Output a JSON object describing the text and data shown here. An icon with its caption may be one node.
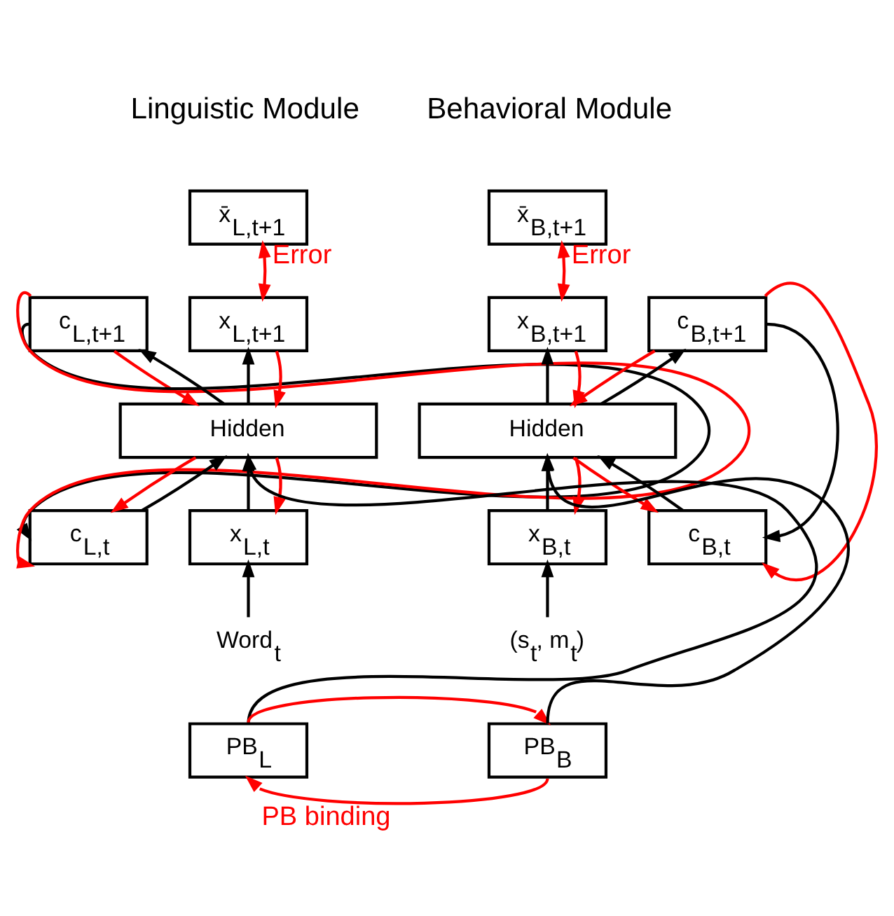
{
  "diagram": {
    "nodes": [
      {
        "text": [
          "x̄$_{L,t+1}$"
        ]
      },
      {
        "text": [
          "c$_{L,t+1}$"
        ]
      },
      {
        "text": [
          "x$_{L,t+1}$"
        ]
      },
      {
        "text": [
          "Hidden"
        ]
      },
      {
        "text": [
          "c$_{L,t}$"
        ]
      },
      {
        "text": [
          "x$_{L,t}$"
        ]
      },
      {
        "text": [
          "Word$_{t}$"
        ]
      },
      {
        "text": [
          "x̄$_{B,t+1}$"
        ]
      },
      {
        "text": [
          "x$_{B,t+1}$"
        ]
      },
      {
        "text": [
          "c$_{B,t+1}$"
        ]
      },
      {
        "text": [
          "Hidden"
        ]
      },
      {
        "text": [
          "x$_{B,t}$"
        ]
      },
      {
        "text": [
          "c$_{B,t}$"
        ]
      },
      {
        "text": [
          "(s$_{t}$, m$_{t}$)"
        ]
      },
      {
        "text": [
          "PB$_{L}$"
        ]
      },
      {
        "text": [
          "PB$_{B}$"
        ]
      }
    ],
    "edges": [
      {
        "from": 2,
        "to": 0,
        "arrow": "both",
        "color": "#ff0000",
        "label": "Error"
      },
      {
        "from": 3,
        "to": 1,
        "arrow": "to",
        "color": "#000000"
      },
      {
        "from": 3,
        "to": 2,
        "arrow": "to",
        "color": "#000000"
      },
      {
        "from": 1,
        "to": 3,
        "arrow": "to",
        "color": "#ff0000"
      },
      {
        "from": 2,
        "to": 3,
        "arrow": "to",
        "color": "#ff0000"
      },
      {
        "from": 4,
        "to": 3,
        "arrow": "to",
        "color": "#000000"
      },
      {
        "from": 5,
        "to": 3,
        "arrow": "to",
        "color": "#000000"
      },
      {
        "from": 3,
        "to": 4,
        "arrow": "to",
        "color": "#ff0000"
      },
      {
        "from": 3,
        "to": 5,
        "arrow": "to",
        "color": "#ff0000"
      },
      {
        "from": 6,
        "to": 5,
        "arrow": "to",
        "color": "#000000"
      },
      {
        "from": 1,
        "to": 4,
        "arrow": "to",
        "color": "#000000"
      },
      {
        "from": 1,
        "to": 4,
        "arrow": "to",
        "color": "#ff0000"
      },
      {
        "from": 8,
        "to": 7,
        "arrow": "both",
        "color": "#ff0000",
        "label": "Error"
      },
      {
        "from": 10,
        "to": 8,
        "arrow": "to",
        "color": "#000000"
      },
      {
        "from": 10,
        "to": 9,
        "arrow": "to",
        "color": "#000000"
      },
      {
        "from": 8,
        "to": 10,
        "arrow": "to",
        "color": "#ff0000"
      },
      {
        "from": 9,
        "to": 10,
        "arrow": "to",
        "color": "#ff0000"
      },
      {
        "from": 11,
        "to": 10,
        "arrow": "to",
        "color": "#000000"
      },
      {
        "from": 12,
        "to": 10,
        "arrow": "to",
        "color": "#000000"
      },
      {
        "from": 10,
        "to": 11,
        "arrow": "to",
        "color": "#ff0000"
      },
      {
        "from": 10,
        "to": 12,
        "arrow": "to",
        "color": "#ff0000"
      },
      {
        "from": 13,
        "to": 11,
        "arrow": "to",
        "color": "#000000"
      },
      {
        "from": 9,
        "to": 12,
        "arrow": "to",
        "color": "#000000"
      },
      {
        "from": 9,
        "to": 12,
        "arrow": "to",
        "color": "#ff0000"
      },
      {
        "from": 14,
        "to": 3,
        "arrow": "to",
        "color": "#000000"
      },
      {
        "from": 15,
        "to": 10,
        "arrow": "to",
        "color": "#000000"
      },
      {
        "from": 14,
        "to": 15,
        "arrow": "to",
        "color": "#ff0000"
      },
      {
        "from": 15,
        "to": 14,
        "arrow": "to",
        "color": "#ff0000",
        "label": "PB binding"
      }
    ],
    "labels": [
      "Linguistic Module",
      "Behavioral Module"
    ]
  }
}
